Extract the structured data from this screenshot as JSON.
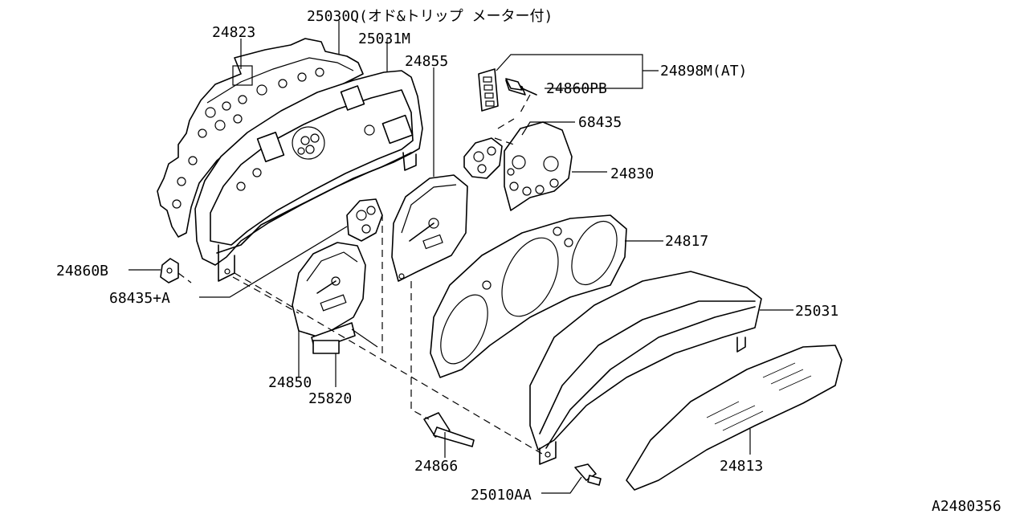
{
  "diagram": {
    "drawing_number": "A2480356",
    "callouts": [
      {
        "id": "c24823",
        "text": "24823"
      },
      {
        "id": "c25030Q",
        "text": "25030Q(オド&トリップ メーター付)"
      },
      {
        "id": "c25031M",
        "text": "25031M"
      },
      {
        "id": "c24855",
        "text": "24855"
      },
      {
        "id": "c24898M",
        "text": "24898M(AT)"
      },
      {
        "id": "c24860PB",
        "text": "24860PB"
      },
      {
        "id": "c68435",
        "text": "68435"
      },
      {
        "id": "c24830",
        "text": "24830"
      },
      {
        "id": "c24817",
        "text": "24817"
      },
      {
        "id": "c25031",
        "text": "25031"
      },
      {
        "id": "c24860B",
        "text": "24860B"
      },
      {
        "id": "c68435A",
        "text": "68435+A"
      },
      {
        "id": "c24850",
        "text": "24850"
      },
      {
        "id": "c25820",
        "text": "25820"
      },
      {
        "id": "c24866",
        "text": "24866"
      },
      {
        "id": "c25010AA",
        "text": "25010AA"
      },
      {
        "id": "c24813",
        "text": "24813"
      }
    ]
  }
}
